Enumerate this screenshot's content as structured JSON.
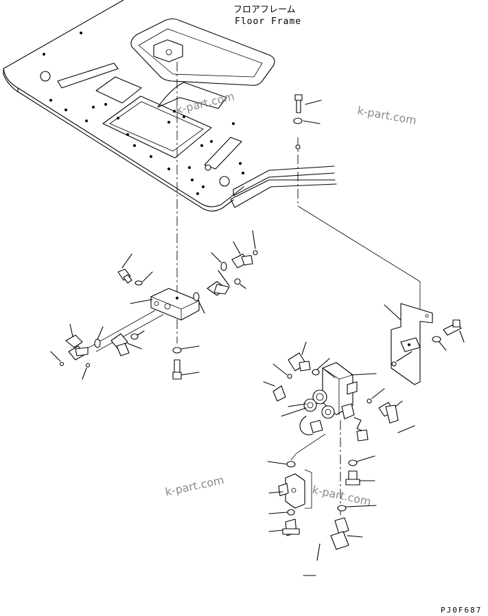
{
  "header": {
    "title_jp": "フロアフレーム",
    "title_en": "Floor Frame"
  },
  "footer": {
    "drawing_code": "PJ0F687"
  },
  "watermarks": [
    "k-part.com",
    "k-part.com",
    "k-part.com",
    "k-part.com"
  ],
  "icons": {
    "bolt": "bolt-icon",
    "washer": "washer-icon",
    "o_ring": "o-ring-icon",
    "elbow": "elbow-fitting-icon",
    "valve": "valve-icon",
    "bracket": "bracket-icon",
    "block": "junction-block-icon",
    "plug": "plug-icon"
  }
}
